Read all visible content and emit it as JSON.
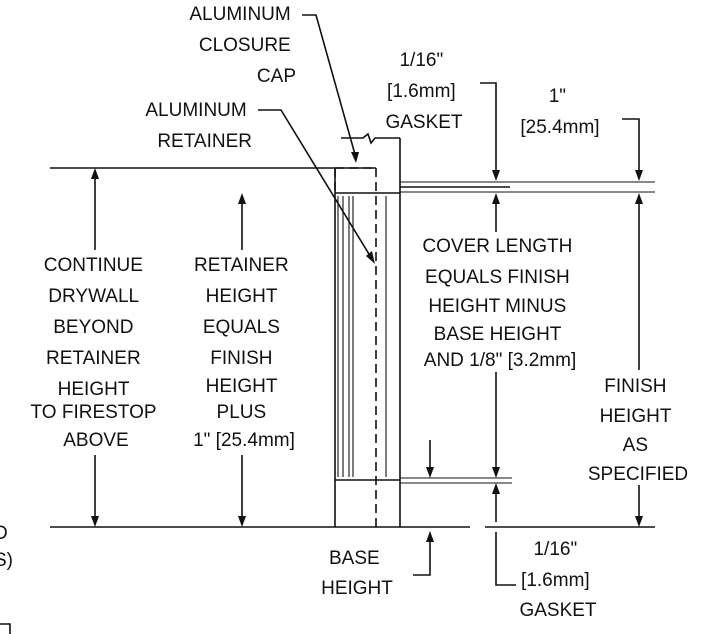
{
  "labels": {
    "closure_cap": [
      "ALUMINUM",
      "CLOSURE",
      "CAP"
    ],
    "retainer": [
      "ALUMINUM",
      "RETAINER"
    ],
    "gasket_top": [
      "1/16\"",
      "[1.6mm]",
      "GASKET"
    ],
    "one_inch": [
      "1\"",
      "[25.4mm]"
    ],
    "continue_drywall": [
      "CONTINUE",
      "DRYWALL",
      "BEYOND",
      "RETAINER",
      "HEIGHT",
      "TO FIRESTOP",
      "ABOVE"
    ],
    "retainer_height": [
      "RETAINER",
      "HEIGHT",
      "EQUALS",
      "FINISH",
      "HEIGHT",
      "PLUS",
      "1\" [25.4mm]"
    ],
    "cover_length": [
      "COVER LENGTH",
      "EQUALS FINISH",
      "HEIGHT MINUS",
      "BASE HEIGHT",
      "AND 1/8\" [3.2mm]"
    ],
    "finish_height": [
      "FINISH",
      "HEIGHT",
      "AS",
      "SPECIFIED"
    ],
    "base_height": [
      "BASE",
      "HEIGHT"
    ],
    "gasket_bottom": [
      "1/16\"",
      "[1.6mm]",
      "GASKET"
    ],
    "left_cut": [
      "D",
      "S)"
    ]
  }
}
